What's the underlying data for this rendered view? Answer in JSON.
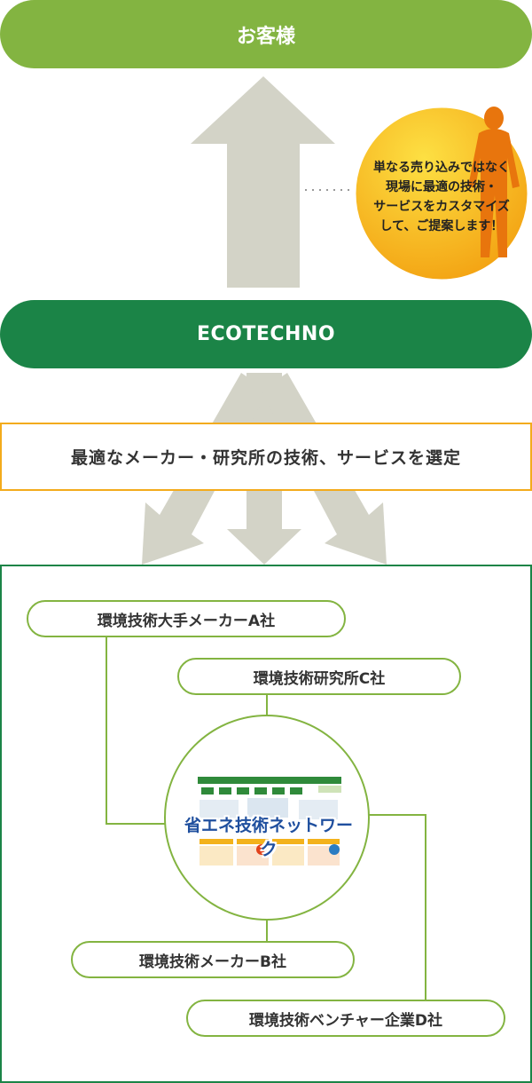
{
  "customer": {
    "label": "お客様"
  },
  "ecotechno": {
    "label": "ECOTECHNO"
  },
  "speech": {
    "text": "単なる売り込みではなく\n現場に最適の技術・\nサービスをカスタマイズ\nして、ご提案します！"
  },
  "select": {
    "label": "最適なメーカー・研究所の技術、サービスを選定"
  },
  "network": {
    "center_title": "省エネ技術ネットワーク",
    "companies": {
      "a": "環境技術大手メーカーA社",
      "c": "環境技術研究所C社",
      "b": "環境技術メーカーB社",
      "d": "環境技術ベンチャー企業D社"
    }
  },
  "colors": {
    "light_green": "#83b441",
    "dark_green": "#1b8447",
    "orange": "#f3ab1c",
    "arrow_gray": "#d3d3c7",
    "person": "#e8750d"
  }
}
